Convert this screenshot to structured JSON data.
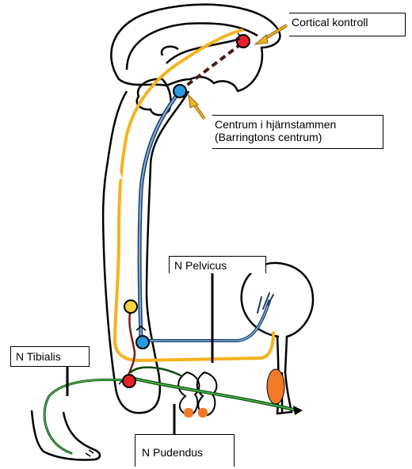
{
  "labels": {
    "cortical": "Cortical kontroll",
    "centrum_line1": "Centrum i hjärnstammen",
    "centrum_line2": " (Barringtons centrum)",
    "pelvicus": "N Pelvicus",
    "tibialis": "N Tibialis",
    "pudendus": "N Pudendus"
  },
  "colors": {
    "outline": "#000000",
    "afferent": "#f5b21e",
    "efferent": "#3b6fa8",
    "somatic": "#1f8a26",
    "brown": "#7a1a10",
    "red_node": "#e8202a",
    "blue_node": "#2a9be0",
    "yellow_node": "#f7d23c",
    "sphincter": "#f07a28",
    "arrow": "#f5b21e"
  }
}
